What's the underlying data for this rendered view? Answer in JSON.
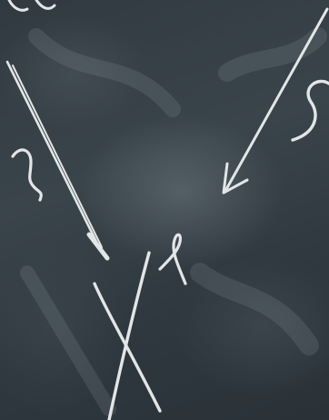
{
  "scene": {
    "subject": "chalkboard",
    "board_color": "#2f383f",
    "chalk_color": "#e3e6e6",
    "marks": [
      "partial-letter-top-left",
      "squiggle-left",
      "chalk-arrow-long-diagonal",
      "letter-x-large",
      "superscript-digit-2",
      "arrow-pointing-down-left",
      "letter-s-right-edge"
    ]
  }
}
